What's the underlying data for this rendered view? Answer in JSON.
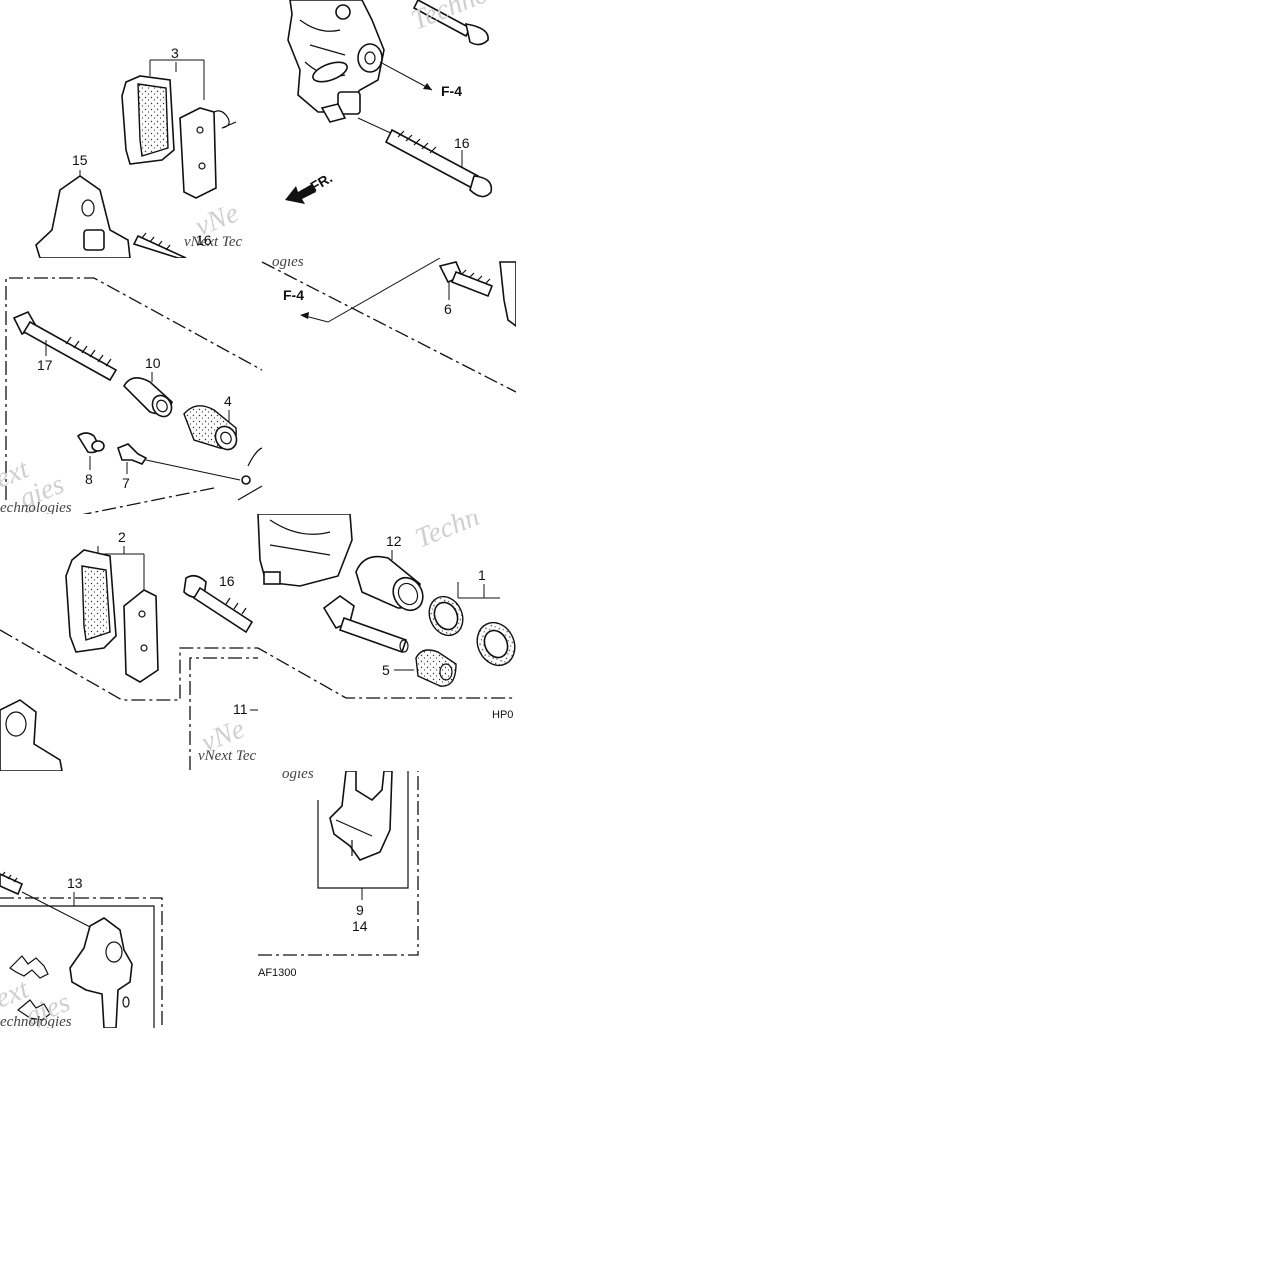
{
  "diagram": {
    "callouts": {
      "p1": "1",
      "p2": "2",
      "p3": "3",
      "p4": "4",
      "p5": "5",
      "p6": "6",
      "p7": "7",
      "p8": "8",
      "p9": "9",
      "p10": "10",
      "p11": "11",
      "p12": "12",
      "p13": "13",
      "p14": "14",
      "p15": "15",
      "p16a": "16",
      "p16b": "16",
      "p16c": "16",
      "p17": "17"
    },
    "refs": {
      "f4a": "F-4",
      "f4b": "F-4",
      "front": "FR."
    },
    "codes": {
      "code_a": "HP0",
      "code_b": "AF1300"
    },
    "watermarks": {
      "w1": "Techno",
      "w2": "vNext Tec",
      "w3": "ogies",
      "w4": "ext",
      "w5": "gies",
      "w6": "echnologies",
      "w7": "Techn",
      "w8": "vNext Tec",
      "w9": "ogies",
      "w10": "ext",
      "w11": "gies",
      "w12": "echnologies",
      "w13": "vNe",
      "w14": "vNe"
    },
    "colors": {
      "line": "#111111",
      "watermark": "#cfcfcf",
      "background": "#ffffff"
    }
  }
}
